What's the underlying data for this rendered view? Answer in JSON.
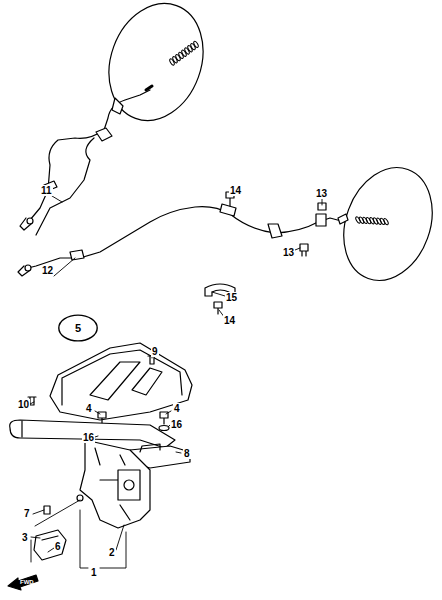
{
  "diagram": {
    "nodes": [
      {
        "text": [
          "5"
        ]
      }
    ],
    "labels": [
      "11",
      "12",
      "14",
      "13",
      "13",
      "15",
      "14",
      "9",
      "10",
      "4",
      "4",
      "16",
      "16",
      "8",
      "7",
      "3",
      "2",
      "1",
      "6",
      "FWD"
    ]
  }
}
